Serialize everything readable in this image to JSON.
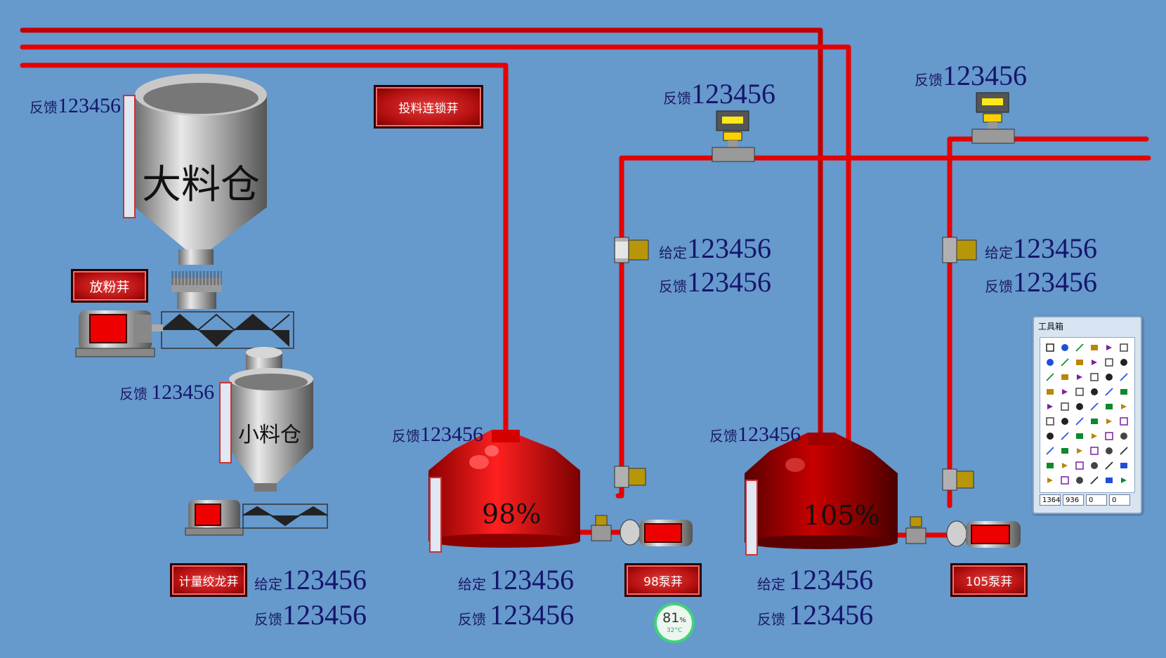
{
  "tanks": {
    "big": "大料仓",
    "small": "小料仓",
    "reactor1_level": "98%",
    "reactor2_level": "105%"
  },
  "labels": {
    "feedback": "反馈",
    "setpoint": "给定",
    "value": "123456"
  },
  "buttons": {
    "feed_interlock_pump": "投料连锁荓",
    "powder_pump": "放粉荓",
    "metering_screw_pump": "计量绞龙荓",
    "pump98": "98泵荓",
    "pump105": "105泵荓"
  },
  "gauge": {
    "value": "81",
    "unit": "%",
    "temp": "32°C"
  },
  "toolbox": {
    "title": "工具箱",
    "fields": [
      "1364",
      "936",
      "0",
      "0"
    ]
  },
  "colors": {
    "background": "#6699cc",
    "pipe": "#e60000",
    "accent": "#3ed37a"
  }
}
